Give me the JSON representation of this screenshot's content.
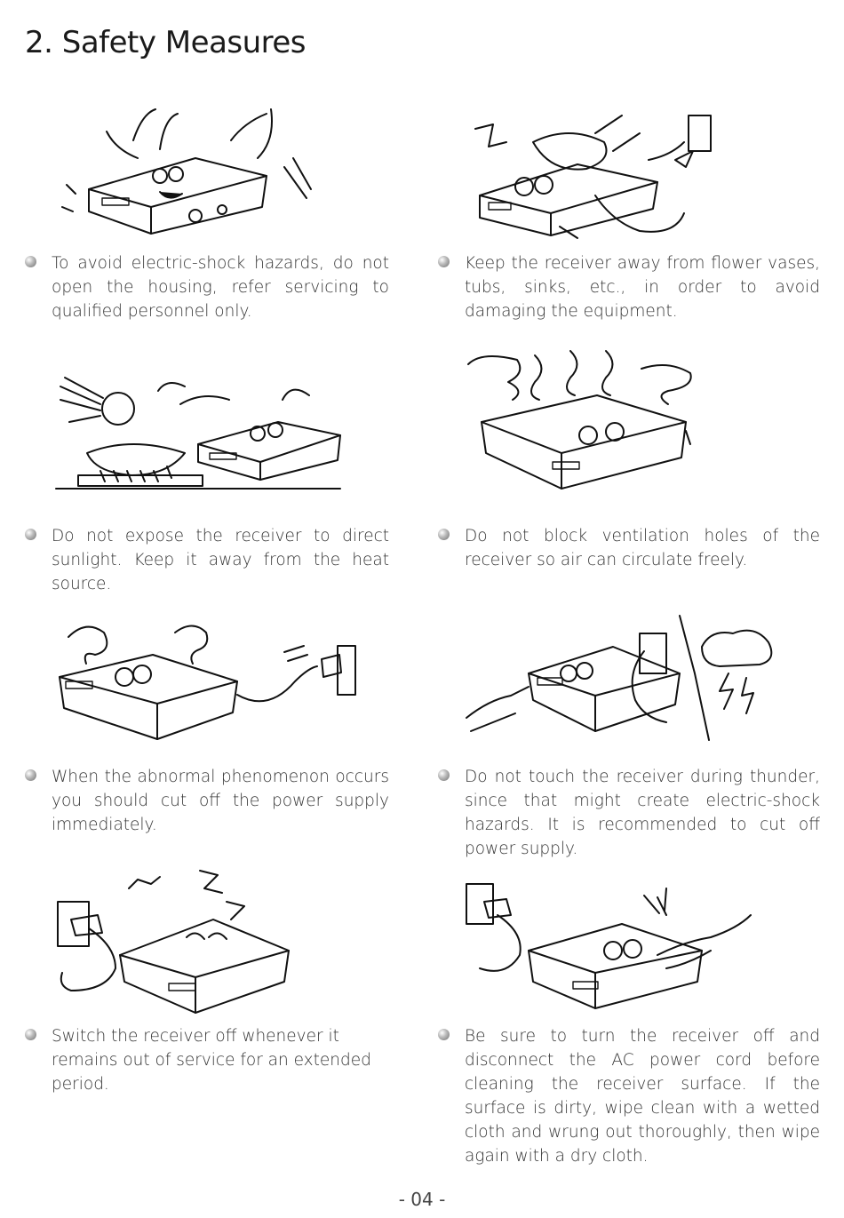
{
  "page": {
    "title": "2. Safety Measures",
    "page_number": "- 04 -"
  },
  "items": [
    {
      "text": "To avoid electric-shock hazards, do not open the housing, refer servicing to qualified personnel only."
    },
    {
      "text": "Keep the receiver away from flower vases, tubs, sinks, etc., in order to avoid damaging the equipment."
    },
    {
      "text": "Do not expose the receiver to direct sunlight. Keep it away from the heat source."
    },
    {
      "text": "Do not block ventilation holes of the receiver so air can circulate freely."
    },
    {
      "text": "When the abnormal phenomenon occurs you should cut off the power supply immediately."
    },
    {
      "text": "Do not touch the receiver during thunder, since that might create electric-shock hazards. It is recommended to cut off power supply."
    },
    {
      "text": "Switch the receiver off whenever it remains out of service for an extended period."
    },
    {
      "text": "Be sure to turn the receiver off and disconnect the AC power cord before cleaning the receiver surface. If the surface is dirty, wipe clean with a wetted cloth and wrung out thoroughly, then wipe again with a dry cloth."
    }
  ],
  "icons": [
    "bullet-icon"
  ]
}
